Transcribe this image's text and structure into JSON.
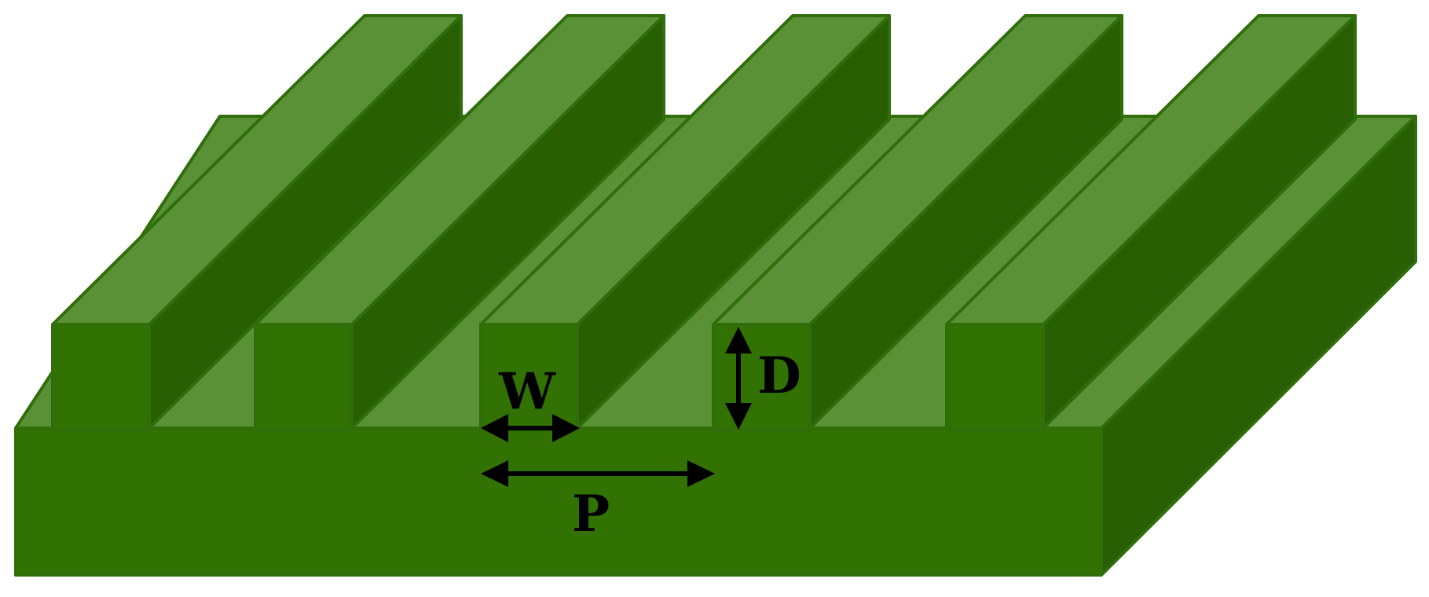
{
  "diagram": {
    "grating_count": 5,
    "labels": {
      "width": "W",
      "depth": "D",
      "period": "P"
    },
    "colors": {
      "top_face": "#5a9136",
      "front_face": "#317203",
      "side_face": "#285f03",
      "edge": "#2f6e0a",
      "arrow": "#000000",
      "background": "#ffffff"
    }
  }
}
